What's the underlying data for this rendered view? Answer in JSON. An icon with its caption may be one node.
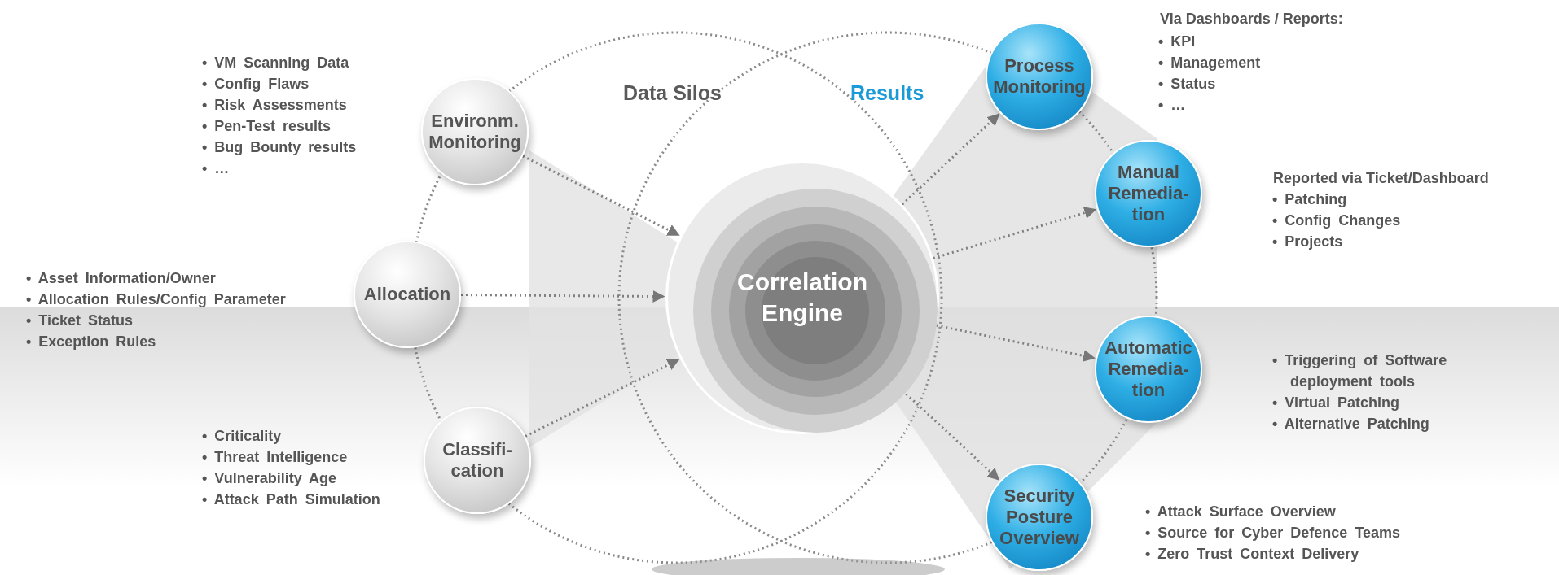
{
  "diagram": {
    "nodes": [
      {
        "text": [
          "Environm. Monitoring"
        ],
        "beside": [
          "• VM Scanning Data",
          "• Config Flaws",
          "• Risk Assessments",
          "• Pen-Test results",
          "• Bug Bounty results",
          "• …"
        ]
      },
      {
        "text": [
          "Allocation"
        ],
        "beside": [
          "• Asset Information/Owner",
          "• Allocation Rules/Config Parameter",
          "• Ticket Status",
          "• Exception Rules"
        ]
      },
      {
        "text": [
          "Classifi- cation"
        ],
        "beside": [
          "• Criticality",
          "• Threat Intelligence",
          "• Vulnerability Age",
          "• Attack Path Simulation"
        ]
      },
      {
        "text": [
          "Correlation Engine"
        ]
      },
      {
        "text": [
          "Process Monitoring"
        ],
        "beside": [
          "• KPI",
          "• Management",
          "• Status",
          "• …"
        ]
      },
      {
        "text": [
          "Manual Remedia- tion"
        ],
        "beside": [
          "• Patching",
          "• Config Changes",
          "• Projects"
        ]
      },
      {
        "text": [
          "Automatic Remedia- tion"
        ],
        "beside": [
          "• Triggering of Software deployment tools",
          "• Virtual Patching",
          "• Alternative Patching"
        ]
      },
      {
        "text": [
          "Security Posture Overview"
        ],
        "beside": [
          "• Attack Surface Overview",
          "• Source for Cyber Defence Teams",
          "• Zero Trust Context Delivery"
        ]
      }
    ],
    "edges": [
      {
        "from": 0,
        "to": 3,
        "arrow": "to",
        "style": "dashed"
      },
      {
        "from": 1,
        "to": 3,
        "arrow": "to",
        "style": "dashed"
      },
      {
        "from": 2,
        "to": 3,
        "arrow": "to",
        "style": "dashed"
      },
      {
        "from": 3,
        "to": 4,
        "arrow": "to",
        "style": "dashed"
      },
      {
        "from": 3,
        "to": 5,
        "arrow": "to",
        "style": "dashed"
      },
      {
        "from": 3,
        "to": 6,
        "arrow": "to",
        "style": "dashed"
      },
      {
        "from": 3,
        "to": 7,
        "arrow": "to",
        "style": "dashed"
      }
    ],
    "labels": [
      "Data Silos",
      "Results",
      "Via Dashboards / Reports:",
      "Reported via Ticket/Dashboard"
    ]
  }
}
